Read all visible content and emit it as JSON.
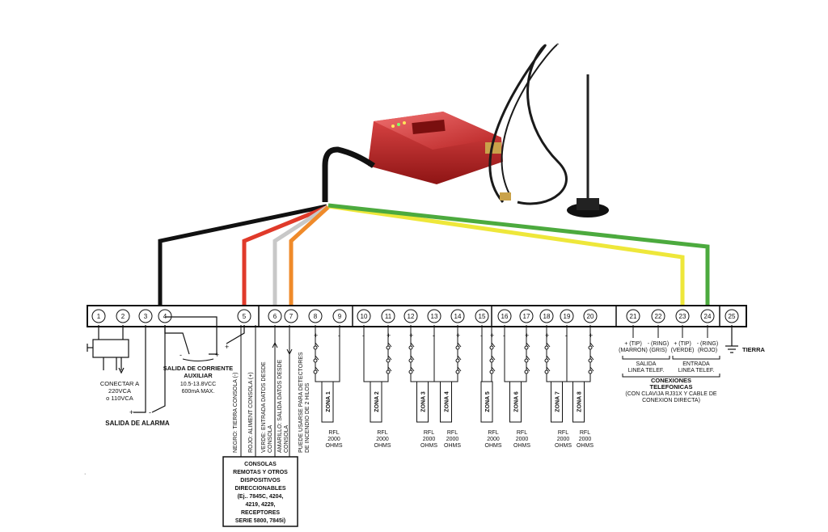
{
  "terminals": [
    "1",
    "2",
    "3",
    "4",
    "5",
    "6",
    "7",
    "8",
    "9",
    "10",
    "11",
    "12",
    "13",
    "14",
    "15",
    "16",
    "17",
    "18",
    "19",
    "20",
    "21",
    "22",
    "23",
    "24",
    "25"
  ],
  "labels": {
    "power": [
      "CONECTAR A",
      "220VCA",
      "o 110VCA"
    ],
    "alarm_out": "SALIDA DE ALARMA",
    "aux_title": [
      "SALIDA DE CORRIENTE",
      "AUXILIAR"
    ],
    "aux_spec": [
      "10.5-13.8VCC",
      "600mA MAX."
    ],
    "wire_black": "NEGRO: TIERRA CONSOLA (-)",
    "wire_red": "ROJO: ALIMENT CONSOLA (+)",
    "wire_green": [
      "VERDE: ENTRADA DATOS DESDE",
      "CONSOLA"
    ],
    "wire_yellow": [
      "AMARILLO: SALIDA DATOS DESDE",
      "CONSOLA"
    ],
    "smoke": [
      "PUEDE USARSE PARA DETECTORES",
      "DE INCENDIO DE 2 HILOS"
    ],
    "zones": [
      "ZONA 1",
      "ZONA 2",
      "ZONA 3",
      "ZONA 4",
      "ZONA 5",
      "ZONA 6",
      "ZONA 7",
      "ZONA 8"
    ],
    "rfl": [
      "RFL",
      "2000",
      "OHMS"
    ],
    "consoles_box": [
      "CONSOLAS",
      "REMOTAS Y OTROS",
      "DISPOSITIVOS",
      "DIRECCIONABLES",
      "(Ej.. 7845C, 4204,",
      "4219, 4229,",
      "RECEPTORES",
      "SERIE 5800,  7845i)"
    ],
    "t21": [
      "+ (TIP)",
      "(MARRON)"
    ],
    "t22": [
      "- (RING)",
      "(GRIS)"
    ],
    "t23": [
      "+ (TIP)",
      "(VERDE)"
    ],
    "t24": [
      "- (RING)",
      "(ROJO)"
    ],
    "line_out": [
      "SALIDA",
      "LINEA TELEF."
    ],
    "line_in": [
      "ENTRADA",
      "LINEA TELEF."
    ],
    "phone_conn": [
      "CONEXIONES",
      "TELEFONICAS"
    ],
    "rj31x": [
      "(CON CLAVIJA RJ31X Y CABLE DE",
      "CONEXION DIRECTA)"
    ],
    "ground": "TIERRA",
    "plus": "+",
    "minus": "-"
  },
  "colors": {
    "black_wire": "#111111",
    "red_wire": "#e03a2a",
    "white_wire": "#c8c8c8",
    "orange_wire": "#ef8a2a",
    "yellow_wire": "#eee73a",
    "green_wire": "#4caa3e",
    "module": "#c62b2b"
  },
  "icons": [
    "gsm-module-icon",
    "antenna-icon",
    "transformer-icon",
    "ground-icon",
    "resistor-icon"
  ]
}
